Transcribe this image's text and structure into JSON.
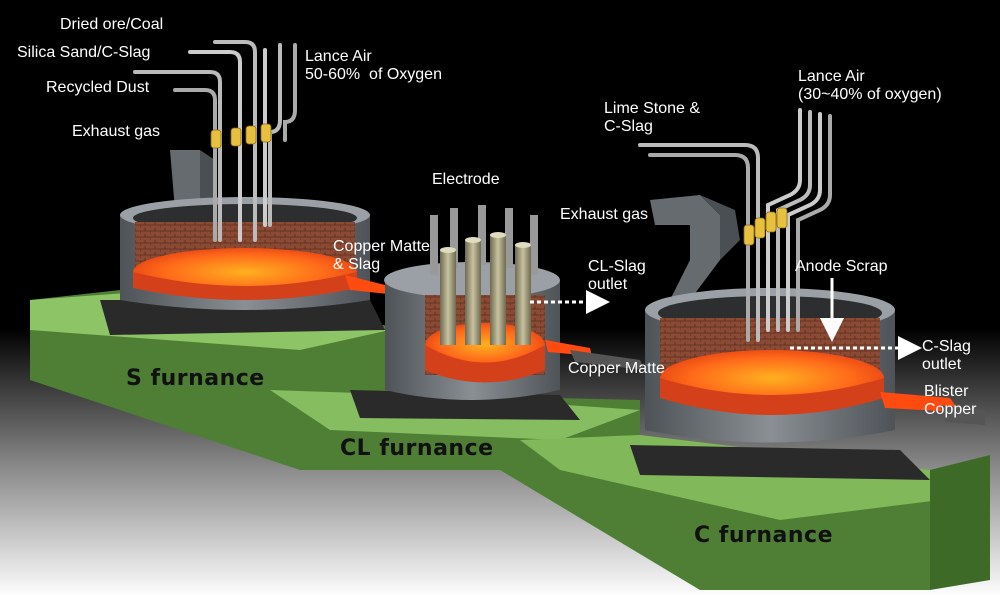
{
  "colors": {
    "background_top": "#000000",
    "background_bottom": "#ffffff",
    "base_green": "#7fb85a",
    "base_green_dark": "#4e7f34",
    "molten": "#ff5a1a",
    "molten_hot": "#ffb020",
    "shell_gray": "#6f7478",
    "brick": "#8a4a34",
    "lance_band": "#e8c040",
    "arrow": "#ffffff"
  },
  "labels": {
    "dried_ore_coal": "Dried ore/Coal",
    "silica_sand": "Silica Sand/C-Slag",
    "recycled_dust": "Recycled Dust",
    "exhaust_gas_s": "Exhaust gas",
    "lance_air_s": "Lance Air\n50-60%  of Oxygen",
    "electrode": "Electrode",
    "copper_matte_slag": "Copper Matte\n& Slag",
    "exhaust_gas_c": "Exhaust gas",
    "cl_slag_outlet": "CL-Slag\noutlet",
    "lime_stone": "Lime Stone &\nC-Slag",
    "lance_air_c": "Lance Air\n(30~40% of oxygen)",
    "anode_scrap": "Anode Scrap",
    "c_slag_outlet": "C-Slag\noutlet",
    "copper_matte": "Copper Matte",
    "blister_copper": "Blister\nCopper"
  },
  "furnaces": {
    "s": "S furnance",
    "cl": "CL furnance",
    "c": "C furnance"
  }
}
